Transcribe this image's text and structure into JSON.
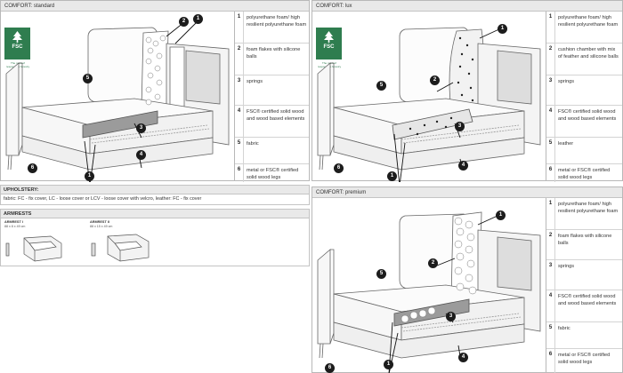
{
  "panels": {
    "standard": {
      "title": "COMFORT: standard",
      "legend": [
        {
          "n": "1",
          "text": "polyurethane foam/ high resilient polyurethane foam"
        },
        {
          "n": "2",
          "text": "foam flakes with silicone balls"
        },
        {
          "n": "3",
          "text": "springs"
        },
        {
          "n": "4",
          "text": "FSC® certified solid wood and wood based elements"
        },
        {
          "n": "5",
          "text": "fabric"
        },
        {
          "n": "6",
          "text": "metal or FSC® certified solid wood legs"
        }
      ]
    },
    "lux": {
      "title": "COMFORT: lux",
      "legend": [
        {
          "n": "1",
          "text": "polyurethane foam/ high resilient polyurethane foam"
        },
        {
          "n": "2",
          "text": "cushion chamber with mix of feather and silicone balls"
        },
        {
          "n": "3",
          "text": "springs"
        },
        {
          "n": "4",
          "text": "FSC® certified solid wood and wood based elements"
        },
        {
          "n": "5",
          "text": "leather"
        },
        {
          "n": "6",
          "text": "metal or FSC® certified solid wood legs"
        }
      ]
    },
    "premium": {
      "title": "COMFORT: premium",
      "legend": [
        {
          "n": "1",
          "text": "polyurethane foam/ high resilient polyurethane foam"
        },
        {
          "n": "2",
          "text": "foam flakes with silicone balls"
        },
        {
          "n": "3",
          "text": "springs"
        },
        {
          "n": "4",
          "text": "FSC® certified solid wood and wood based elements"
        },
        {
          "n": "5",
          "text": "fabric"
        },
        {
          "n": "6",
          "text": "metal or FSC® certified solid wood legs"
        }
      ]
    }
  },
  "fsc_logo": {
    "label": "FSC",
    "caption": "The mark of responsible forestry",
    "color": "#2f7d4f"
  },
  "upholstery": {
    "heading": "UPHOLSTERY:",
    "text": "fabric: FC - fix cover, LC - loose cover or LCV - loose cover with velcro, leather: FC - fix cover"
  },
  "armrests": {
    "heading": "ARMRESTS",
    "items": [
      {
        "name": "ARMREST I",
        "dims": "88 x 8 x 49 cm"
      },
      {
        "name": "ARMREST II",
        "dims": "88 x 15 x 49 cm"
      }
    ]
  }
}
